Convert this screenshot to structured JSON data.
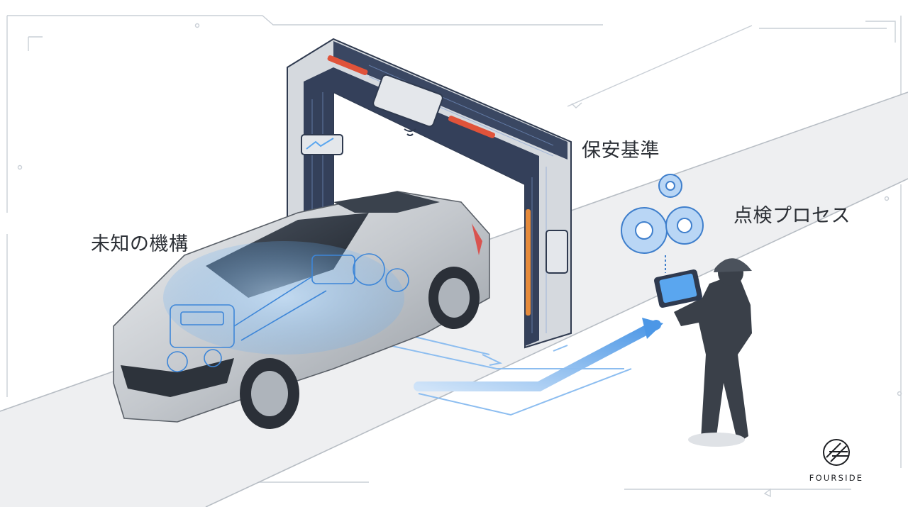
{
  "labels": {
    "unknown_mechanism": "未知の機構",
    "safety_standards": "保安基準",
    "inspection_process": "点検プロセス"
  },
  "brand": {
    "name": "FOURSIDE",
    "icon": "fourside-logo-icon"
  },
  "colors": {
    "frame_line": "#c9cfd6",
    "road": "#eeeff1",
    "gantry_dark": "#34405a",
    "gantry_light": "#d5d9de",
    "accent_red": "#e0533a",
    "accent_orange": "#e58a3b",
    "hologram_blue": "#5aa6ef",
    "car_silver": "#c6cacf",
    "inspector_dark": "#3a4049",
    "gear_blue": "#7fb4ec",
    "text": "#2b2f35"
  }
}
